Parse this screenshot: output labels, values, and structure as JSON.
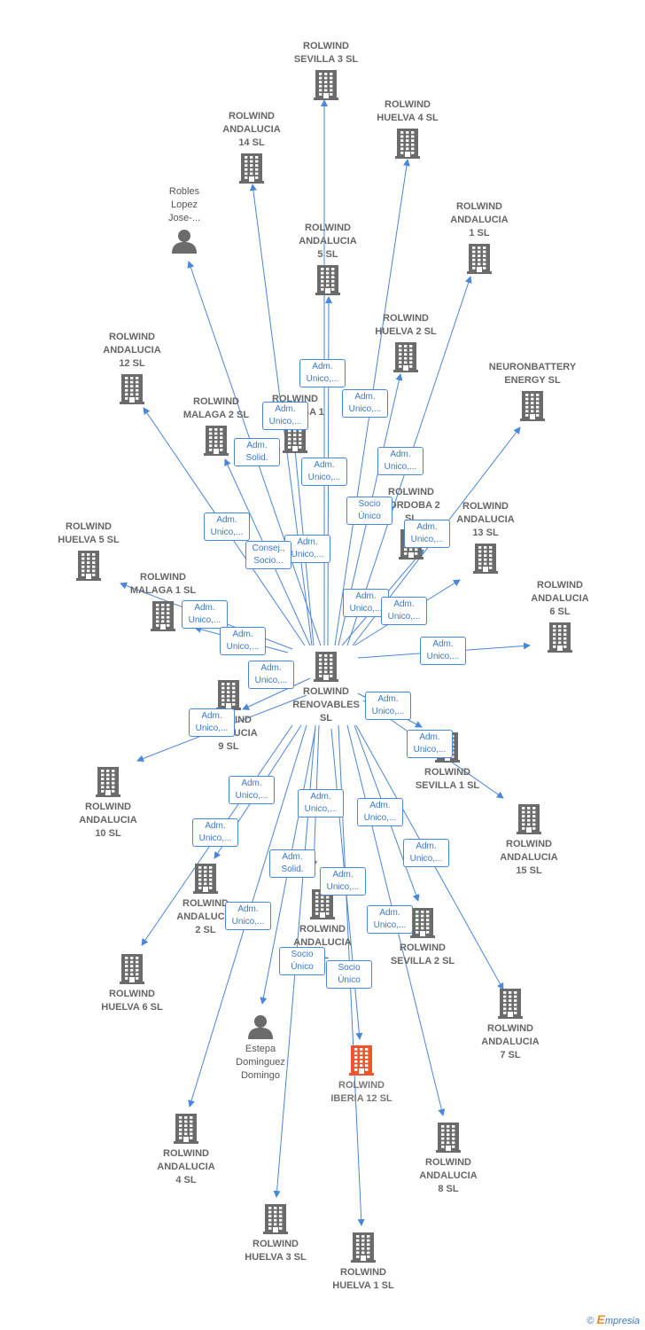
{
  "colors": {
    "edge": "#4a86d9",
    "node": "#6b6b6b",
    "focus": "#f0552b",
    "badge_text": "#3a78cf"
  },
  "center": {
    "id": "renovables",
    "label": "ROLWIND\nRENOVABLES\nSL"
  },
  "nodes": [
    {
      "id": "sevilla3",
      "label": "ROLWIND\nSEVILLA 3  SL",
      "type": "company"
    },
    {
      "id": "andalucia14",
      "label": "ROLWIND\nANDALUCIA\n14  SL",
      "type": "company"
    },
    {
      "id": "huelva4",
      "label": "ROLWIND\nHUELVA 4  SL",
      "type": "company"
    },
    {
      "id": "robles",
      "label": "Robles\nLopez\nJose-...",
      "type": "person"
    },
    {
      "id": "andalucia5",
      "label": "ROLWIND\nANDALUCIA\n5  SL",
      "type": "company"
    },
    {
      "id": "andalucia1",
      "label": "ROLWIND\nANDALUCIA\n1  SL",
      "type": "company"
    },
    {
      "id": "huelva2",
      "label": "ROLWIND\nHUELVA 2  SL",
      "type": "company"
    },
    {
      "id": "andalucia12",
      "label": "ROLWIND\nANDALUCIA\n12  SL",
      "type": "company"
    },
    {
      "id": "neuronbattery",
      "label": "NEURONBATTERY\nENERGY  SL",
      "type": "company"
    },
    {
      "id": "cordoba1",
      "label": "ROLWIND\nCORDOBA 1",
      "type": "company"
    },
    {
      "id": "malaga2",
      "label": "ROLWIND\nMALAGA 2  SL",
      "type": "company"
    },
    {
      "id": "cordoba2",
      "label": "ROLWIND\nCORDOBA 2\nSL",
      "type": "company"
    },
    {
      "id": "andalucia13",
      "label": "ROLWIND\nANDALUCIA\n13  SL",
      "type": "company"
    },
    {
      "id": "huelva5",
      "label": "ROLWIND\nHUELVA 5  SL",
      "type": "company"
    },
    {
      "id": "malaga1",
      "label": "ROLWIND\nMALAGA 1  SL",
      "type": "company"
    },
    {
      "id": "andalucia6",
      "label": "ROLWIND\nANDALUCIA\n6  SL",
      "type": "company"
    },
    {
      "id": "andalucia9",
      "label": "ROLWIND\nANDALUCIA\n9  SL",
      "type": "company"
    },
    {
      "id": "sevilla1",
      "label": "ROLWIND\nSEVILLA 1  SL",
      "type": "company"
    },
    {
      "id": "andalucia10",
      "label": "ROLWIND\nANDALUCIA\n10  SL",
      "type": "company"
    },
    {
      "id": "andalucia15",
      "label": "ROLWIND\nANDALUCIA\n15  SL",
      "type": "company"
    },
    {
      "id": "andalucia2",
      "label": "ROLWIND\nANDALUCIA\n2  SL",
      "type": "company"
    },
    {
      "id": "andalucia3",
      "label": "ROLWIND\nANDALUCIA\nSL",
      "type": "company"
    },
    {
      "id": "sevilla2",
      "label": "ROLWIND\nSEVILLA 2  SL",
      "type": "company"
    },
    {
      "id": "huelva6",
      "label": "ROLWIND\nHUELVA 6  SL",
      "type": "company"
    },
    {
      "id": "andalucia7",
      "label": "ROLWIND\nANDALUCIA\n7  SL",
      "type": "company"
    },
    {
      "id": "estepa",
      "label": "Estepa\nDominguez\nDomingo",
      "type": "person"
    },
    {
      "id": "iberia12",
      "label": "ROLWIND\nIBERIA 12  SL",
      "type": "focus"
    },
    {
      "id": "andalucia4",
      "label": "ROLWIND\nANDALUCIA\n4  SL",
      "type": "company"
    },
    {
      "id": "andalucia8",
      "label": "ROLWIND\nANDALUCIA\n8  SL",
      "type": "company"
    },
    {
      "id": "huelva3",
      "label": "ROLWIND\nHUELVA 3  SL",
      "type": "company"
    },
    {
      "id": "huelva1",
      "label": "ROLWIND\nHUELVA 1  SL",
      "type": "company"
    }
  ],
  "badges": [
    "Adm.\nUnico,...",
    "Adm.\nUnico,...",
    "Adm.\nUnico,...",
    "Adm.\nSolid.",
    "Adm.\nUnico,...",
    "Adm.\nUnico,...",
    "Adm.\nUnico,...",
    "Socio\nÚnico",
    "Adm.\nUnico,...",
    "Adm.\nUnico,...",
    "Consej.,\nSocio...",
    "Adm.\nUnico,...",
    "Adm.\nUnico,...",
    "Adm.\nUnico,...",
    "Adm.\nUnico,...",
    "Adm.\nUnico,...",
    "Adm.\nUnico,...",
    "Adm.\nUnico,...",
    "Adm.\nUnico,...",
    "Adm.\nUnico,...",
    "Adm.\nUnico,...",
    "Adm.\nUnico,...",
    "Adm.\nUnico,...",
    "Adm.\nUnico,...",
    "Adm.\nUnico,...",
    "Adm.\nSolid.",
    "Adm.\nUnico,...",
    "Adm.\nUnico,...",
    "Adm.\nUnico,...",
    "Socio\nÚnico",
    "Socio\nÚnico"
  ],
  "footer": {
    "copyright": "©",
    "brand_first": "E",
    "brand_rest": "mpresia"
  }
}
